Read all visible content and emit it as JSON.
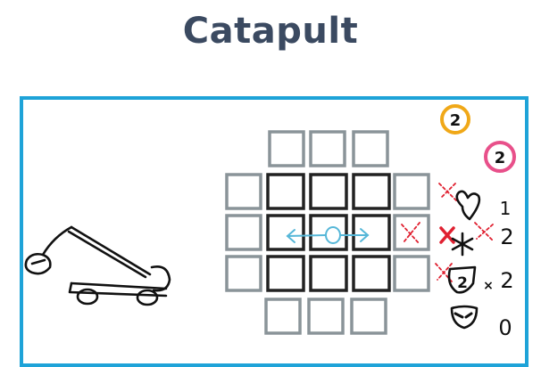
{
  "title": "Catapult",
  "colors": {
    "title": "#3b4a61",
    "frame": "#1ea3d8",
    "outer_cell": "#8a9499",
    "inner_cell": "#222222",
    "arrow": "#56b7d8",
    "red_mark": "#e02030",
    "orange_badge": "#f0a818",
    "pink_badge": "#e8508a"
  },
  "badges": {
    "orange": "2",
    "pink": "2"
  },
  "legend": [
    {
      "icon": "heart-icon",
      "value": "1"
    },
    {
      "icon": "asterisk-icon",
      "value": "2"
    },
    {
      "icon": "shield-icon",
      "badge": "2",
      "multiplier": "×",
      "value": "2"
    },
    {
      "icon": "mask-icon",
      "value": "0"
    }
  ]
}
